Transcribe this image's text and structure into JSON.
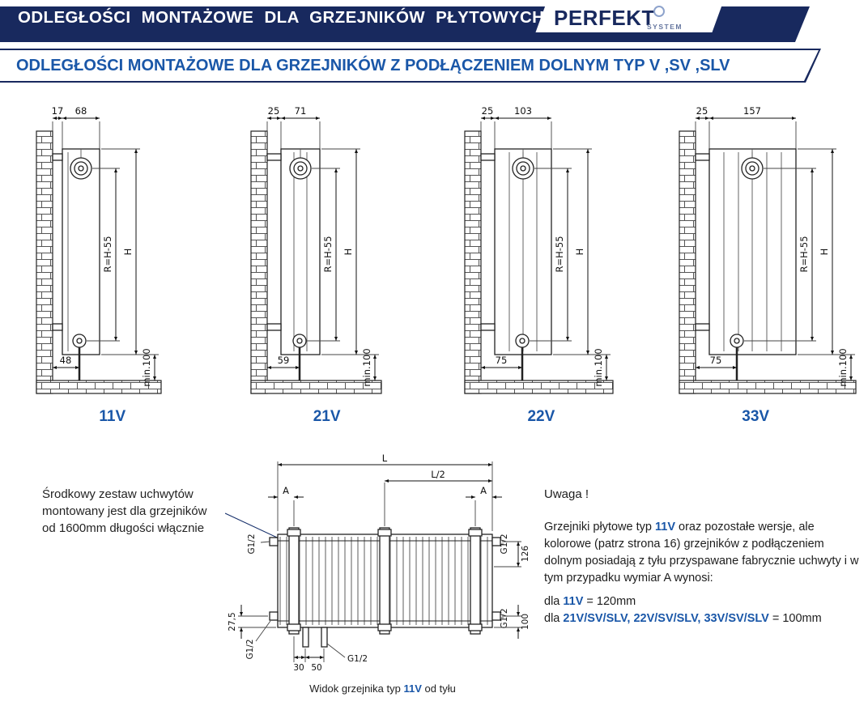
{
  "colors": {
    "navy": "#18295e",
    "blue": "#1a57a8",
    "line": "#111111"
  },
  "header": {
    "title": "ODLEGŁOŚCI MONTAŻOWE DLA GRZEJNIKÓW PŁYTOWYCH",
    "logo": {
      "name": "PERFEKT",
      "sub": "SYSTEM"
    }
  },
  "subheader": {
    "title": "ODLEGŁOŚCI MONTAŻOWE DLA GRZEJNIKÓW Z PODŁĄCZENIEM DOLNYM TYP V ,SV ,SLV"
  },
  "diagrams": [
    {
      "label": "11V",
      "wall_gap": "17",
      "depth": "68",
      "bottom_offset": "48",
      "r_dim": "R=H-55",
      "h_dim": "H",
      "min_dim": "min.100"
    },
    {
      "label": "21V",
      "wall_gap": "25",
      "depth": "71",
      "bottom_offset": "59",
      "r_dim": "R=H-55",
      "h_dim": "H",
      "min_dim": "min.100"
    },
    {
      "label": "22V",
      "wall_gap": "25",
      "depth": "103",
      "bottom_offset": "75",
      "r_dim": "R=H-55",
      "h_dim": "H",
      "min_dim": "min.100"
    },
    {
      "label": "33V",
      "wall_gap": "25",
      "depth": "157",
      "bottom_offset": "75",
      "r_dim": "R=H-55",
      "h_dim": "H",
      "min_dim": "min.100"
    }
  ],
  "note": {
    "line1": "Środkowy zestaw uchwytów",
    "line2": "montowany jest dla grzejników",
    "line3": "od 1600mm długości włącznie"
  },
  "rear_view": {
    "dim_l": "L",
    "dim_l2": "L/2",
    "dim_a": "A",
    "g12": "G1/2",
    "dim_126": "126",
    "dim_275": "27,5",
    "dim_100": "100",
    "dim_30": "30",
    "dim_50": "50",
    "caption_prefix": "Widok grzejnika typ ",
    "caption_type": "11V",
    "caption_suffix": " od tyłu"
  },
  "uwaga": {
    "title": "Uwaga !",
    "p1_a": "Grzejniki płytowe typ ",
    "p1_b": "11V",
    "p1_c": " oraz pozostałe wersje, ale kolorowe (patrz strona 16) grzejników z podłączeniem dolnym posiadają z tyłu przyspawane fabrycznie uchwyty i w tym przypadku wymiar A wynosi:",
    "l2_a": "dla ",
    "l2_b": "11V",
    "l2_c": " = 120mm",
    "l3_a": "dla ",
    "l3_b": "21V/SV/SLV, 22V/SV/SLV, 33V/SV/SLV",
    "l3_c": " = 100mm"
  }
}
